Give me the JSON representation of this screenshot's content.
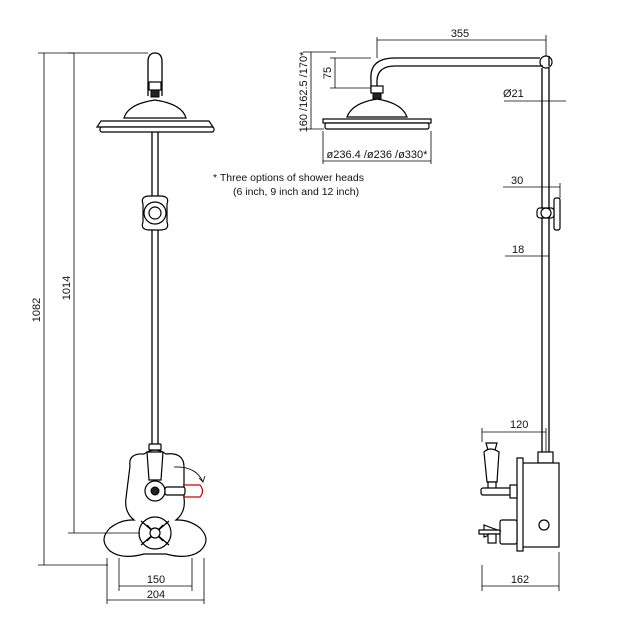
{
  "dimensions": {
    "overall_height": "1082",
    "height_to_valve": "1014",
    "arm_length": "355",
    "head_heights": "160 /162.5 /170*",
    "arm_drop": "75",
    "pipe_diameter": "Ø21",
    "head_diameters": "ø236.4 /ø236 /ø330*",
    "bracket_projection": "30",
    "rail_offset": "18",
    "valve_offset": "120",
    "valve_plate_width": "150",
    "valve_overall_width": "204",
    "valve_depth": "162"
  },
  "note": {
    "line1": "* Three options of shower heads",
    "line2": "(6 inch, 9 inch and 12 inch)"
  },
  "colors": {
    "line": "#000000",
    "accent": "#cc0000"
  }
}
